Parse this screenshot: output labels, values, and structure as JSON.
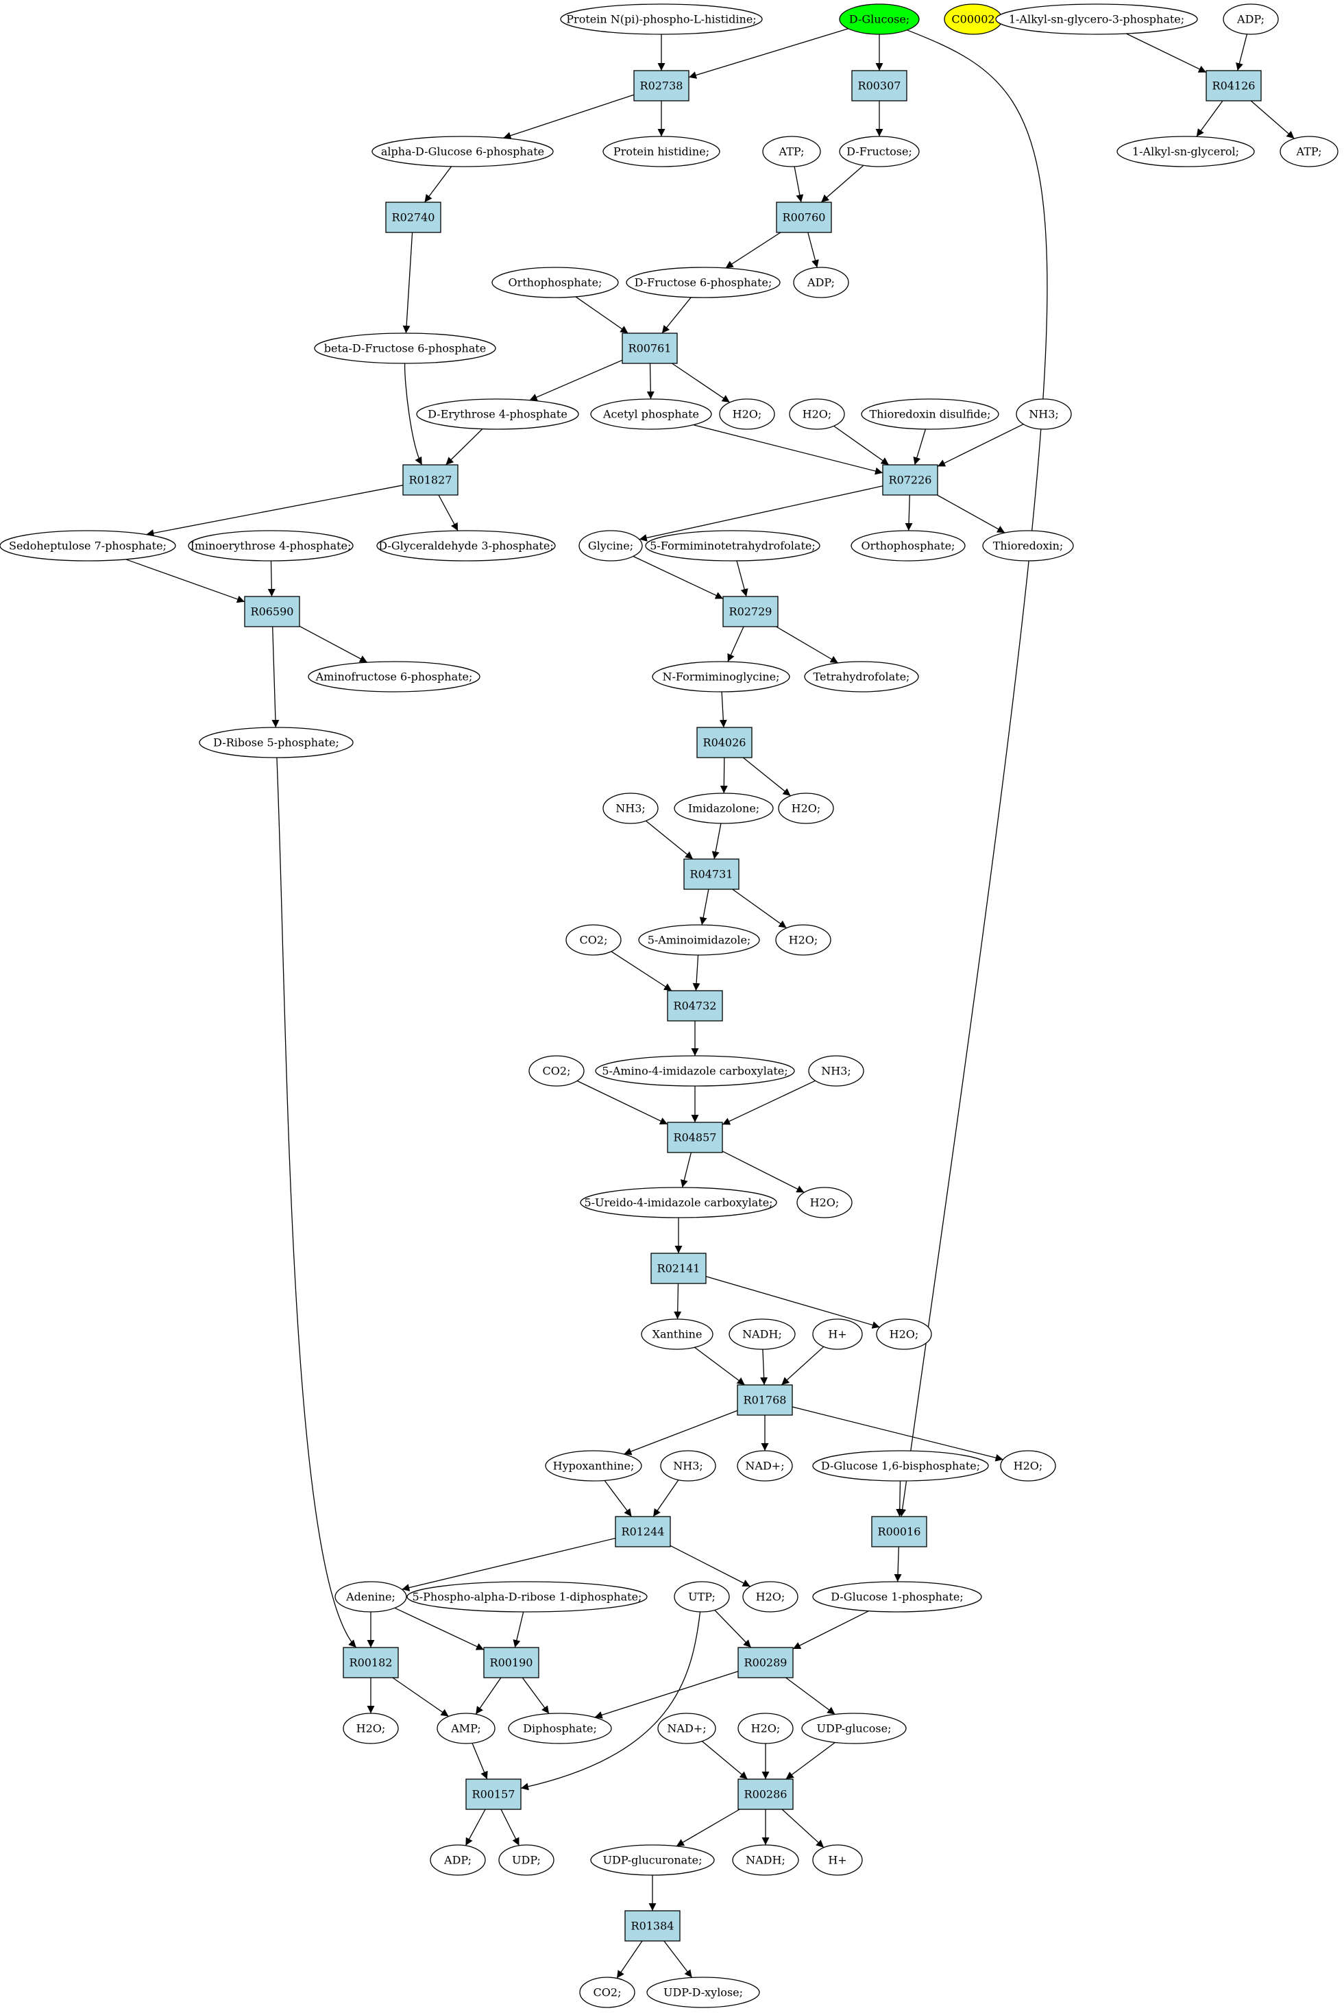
{
  "graph": {
    "compounds": {
      "c01": "Protein N(pi)-phospho-L-histidine;",
      "c02": "D-Glucose;",
      "c03": "C00002",
      "c04": "1-Alkyl-sn-glycero-3-phosphate;",
      "c05": "ADP;",
      "c06": "alpha-D-Glucose 6-phosphate",
      "c07": "Protein histidine;",
      "c08": "ATP;",
      "c09": "D-Fructose;",
      "c10": "1-Alkyl-sn-glycerol;",
      "c11": "ATP;",
      "c12": "Orthophosphate;",
      "c13": "D-Fructose 6-phosphate;",
      "c14": "ADP;",
      "c15": "beta-D-Fructose 6-phosphate",
      "c16": "D-Erythrose 4-phosphate",
      "c17": "Acetyl phosphate",
      "c18": "H2O;",
      "c19": "H2O;",
      "c20": "Thioredoxin disulfide;",
      "c21": "NH3;",
      "c22": "Sedoheptulose 7-phosphate;",
      "c23": "Iminoerythrose 4-phosphate;",
      "c24": "D-Glyceraldehyde 3-phosphate;",
      "c25": "Glycine;",
      "c26": "5-Formiminotetrahydrofolate;",
      "c27": "Orthophosphate;",
      "c28": "Thioredoxin;",
      "c29": "Aminofructose 6-phosphate;",
      "c30": "N-Formiminoglycine;",
      "c31": "Tetrahydrofolate;",
      "c32": "D-Ribose 5-phosphate;",
      "c33": "NH3;",
      "c34": "Imidazolone;",
      "c35": "H2O;",
      "c36": "CO2;",
      "c37": "5-Aminoimidazole;",
      "c38": "H2O;",
      "c39": "CO2;",
      "c40": "5-Amino-4-imidazole carboxylate;",
      "c41": "NH3;",
      "c42": "5-Ureido-4-imidazole carboxylate;",
      "c43": "H2O;",
      "c44": "Xanthine",
      "c45": "NADH;",
      "c46": "H+",
      "c47": "H2O;",
      "c48": "Hypoxanthine;",
      "c49": "NH3;",
      "c50": "NAD+;",
      "c51": "D-Glucose 1,6-bisphosphate;",
      "c52": "H2O;",
      "c53": "Adenine;",
      "c54": "5-Phospho-alpha-D-ribose 1-diphosphate;",
      "c55": "UTP;",
      "c56": "H2O;",
      "c57": "D-Glucose 1-phosphate;",
      "c58": "H2O;",
      "c59": "AMP;",
      "c60": "Diphosphate;",
      "c61": "NAD+;",
      "c62": "H2O;",
      "c63": "UDP-glucose;",
      "c64": "ADP;",
      "c65": "UDP;",
      "c66": "UDP-glucuronate;",
      "c67": "NADH;",
      "c68": "H+",
      "c69": "CO2;",
      "c70": "UDP-D-xylose;"
    },
    "reactions": {
      "r01": "R02738",
      "r02": "R00307",
      "r03": "R04126",
      "r04": "R02740",
      "r05": "R00760",
      "r06": "R00761",
      "r07": "R01827",
      "r08": "R07226",
      "r09": "R06590",
      "r10": "R02729",
      "r11": "R04026",
      "r12": "R04731",
      "r13": "R04732",
      "r14": "R04857",
      "r15": "R02141",
      "r16": "R01768",
      "r17": "R01244",
      "r18": "R00016",
      "r19": "R00182",
      "r20": "R00190",
      "r21": "R00289",
      "r22": "R00157",
      "r23": "R00286",
      "r24": "R01384"
    },
    "colors": {
      "reaction_fill": "#add8e6",
      "highlight_green": "#00ff00",
      "highlight_yellow": "#ffff00",
      "compound_fill": "#ffffff",
      "edge": "#000000"
    }
  }
}
